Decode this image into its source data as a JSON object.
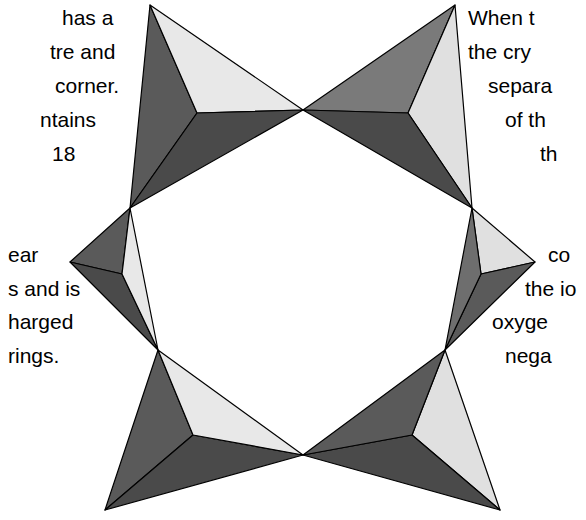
{
  "diagram": {
    "labels": [
      "has a",
      "tre and",
      "corner.",
      "ntains",
      "18",
      "ear",
      "s and is",
      "harged",
      "rings.",
      "When t",
      "the cry",
      "separa",
      "of th",
      "th",
      "co",
      "the io",
      "oxyge",
      "nega"
    ]
  }
}
